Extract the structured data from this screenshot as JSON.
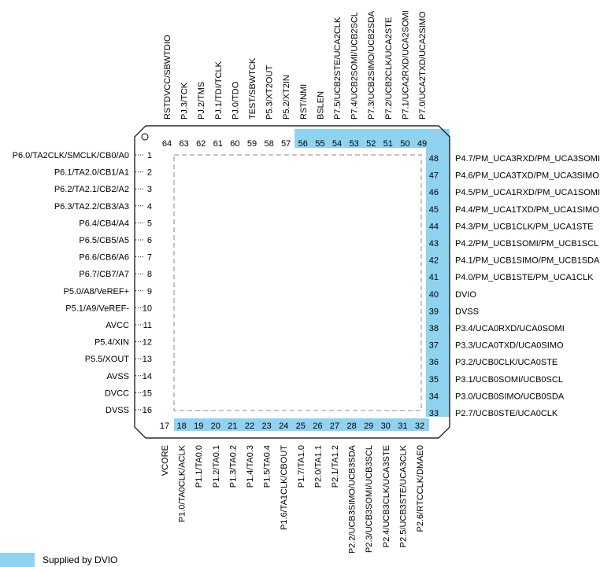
{
  "colors": {
    "dvio_fill": "#8fd3f0",
    "outline": "#000000",
    "dash": "#888888"
  },
  "legend": {
    "text": "Supplied by DVIO"
  },
  "pins": {
    "left": [
      {
        "num": "1",
        "label": "P6.0/TA2CLK/SMCLK/CB0/A0",
        "dvio": false
      },
      {
        "num": "2",
        "label": "P6.1/TA2.0/CB1/A1",
        "dvio": false
      },
      {
        "num": "3",
        "label": "P6.2/TA2.1/CB2/A2",
        "dvio": false
      },
      {
        "num": "4",
        "label": "P6.3/TA2.2/CB3/A3",
        "dvio": false
      },
      {
        "num": "5",
        "label": "P6.4/CB4/A4",
        "dvio": false
      },
      {
        "num": "6",
        "label": "P6.5/CB5/A5",
        "dvio": false
      },
      {
        "num": "7",
        "label": "P6.6/CB6/A6",
        "dvio": false
      },
      {
        "num": "8",
        "label": "P6.7/CB7/A7",
        "dvio": false
      },
      {
        "num": "9",
        "label": "P5.0/A8/VeREF+",
        "dvio": false
      },
      {
        "num": "10",
        "label": "P5.1/A9/VeREF-",
        "dvio": false
      },
      {
        "num": "11",
        "label": "AVCC",
        "dvio": false
      },
      {
        "num": "12",
        "label": "P5.4/XIN",
        "dvio": false
      },
      {
        "num": "13",
        "label": "P5.5/XOUT",
        "dvio": false
      },
      {
        "num": "14",
        "label": "AVSS",
        "dvio": false
      },
      {
        "num": "15",
        "label": "DVCC",
        "dvio": false
      },
      {
        "num": "16",
        "label": "DVSS",
        "dvio": false
      }
    ],
    "bottom": [
      {
        "num": "17",
        "label": "VCORE",
        "dvio": false
      },
      {
        "num": "18",
        "label": "P1.0/TA0CLK/ACLK",
        "dvio": true
      },
      {
        "num": "19",
        "label": "P1.1/TA0.0",
        "dvio": true
      },
      {
        "num": "20",
        "label": "P1.2/TA0.1",
        "dvio": true
      },
      {
        "num": "21",
        "label": "P1.3/TA0.2",
        "dvio": true
      },
      {
        "num": "22",
        "label": "P1.4/TA0.3",
        "dvio": true
      },
      {
        "num": "23",
        "label": "P1.5/TA0.4",
        "dvio": true
      },
      {
        "num": "24",
        "label": "P1.6/TA1CLK/CBOUT",
        "dvio": true
      },
      {
        "num": "25",
        "label": "P1.7/TA1.0",
        "dvio": true
      },
      {
        "num": "26",
        "label": "P2.0/TA1.1",
        "dvio": true
      },
      {
        "num": "27",
        "label": "P2.1/TA1.2",
        "dvio": true
      },
      {
        "num": "28",
        "label": "P2.2/UCB3SIMO/UCB3SDA",
        "dvio": true
      },
      {
        "num": "29",
        "label": "P2.3/UCB3SOMI/UCB3SCL",
        "dvio": true
      },
      {
        "num": "30",
        "label": "P2.4/UCB3CLK/UCA3STE",
        "dvio": true
      },
      {
        "num": "31",
        "label": "P2.5/UCB3STE/UCA3CLK",
        "dvio": true
      },
      {
        "num": "32",
        "label": "P2.6/RTCCLK/DMAE0",
        "dvio": true
      }
    ],
    "right": [
      {
        "num": "33",
        "label": "P2.7/UCB0STE/UCA0CLK",
        "dvio": true
      },
      {
        "num": "34",
        "label": "P3.0/UCB0SIMO/UCB0SDA",
        "dvio": true
      },
      {
        "num": "35",
        "label": "P3.1/UCB0SOMI/UCB0SCL",
        "dvio": true
      },
      {
        "num": "36",
        "label": "P3.2/UCB0CLK/UCA0STE",
        "dvio": true
      },
      {
        "num": "37",
        "label": "P3.3/UCA0TXD/UCA0SIMO",
        "dvio": true
      },
      {
        "num": "38",
        "label": "P3.4/UCA0RXD/UCA0SOMI",
        "dvio": true
      },
      {
        "num": "39",
        "label": "DVSS",
        "dvio": true
      },
      {
        "num": "40",
        "label": "DVIO",
        "dvio": true
      },
      {
        "num": "41",
        "label": "P4.0/PM_UCB1STE/PM_UCA1CLK",
        "dvio": true
      },
      {
        "num": "42",
        "label": "P4.1/PM_UCB1SIMO/PM_UCB1SDA",
        "dvio": true
      },
      {
        "num": "43",
        "label": "P4.2/PM_UCB1SOMI/PM_UCB1SCL",
        "dvio": true
      },
      {
        "num": "44",
        "label": "P4.3/PM_UCB1CLK/PM_UCA1STE",
        "dvio": true
      },
      {
        "num": "45",
        "label": "P4.4/PM_UCA1TXD/PM_UCA1SIMO",
        "dvio": true
      },
      {
        "num": "46",
        "label": "P4.5/PM_UCA1RXD/PM_UCA1SOMI",
        "dvio": true
      },
      {
        "num": "47",
        "label": "P4.6/PM_UCA3TXD/PM_UCA3SIMO",
        "dvio": true
      },
      {
        "num": "48",
        "label": "P4.7/PM_UCA3RXD/PM_UCA3SOMI",
        "dvio": true
      }
    ],
    "top": [
      {
        "num": "49",
        "label": "P7.0/UCA2TXD/UCA2SIMO",
        "dvio": true
      },
      {
        "num": "50",
        "label": "P7.1/UCA2RXD/UCA2SOMI",
        "dvio": true
      },
      {
        "num": "51",
        "label": "P7.2/UCB2CLK/UCA2STE",
        "dvio": true
      },
      {
        "num": "52",
        "label": "P7.3/UCB2SIMO/UCB2SDA",
        "dvio": true
      },
      {
        "num": "53",
        "label": "P7.4/UCB2SOMI/UCB2SCL",
        "dvio": true
      },
      {
        "num": "54",
        "label": "P7.5/UCB2STE/UCA2CLK",
        "dvio": true
      },
      {
        "num": "55",
        "label": "BSLEN",
        "dvio": true
      },
      {
        "num": "56",
        "label": "RST/NMI",
        "dvio": true
      },
      {
        "num": "57",
        "label": "P5.2/XT2IN",
        "dvio": false
      },
      {
        "num": "58",
        "label": "P5.3/XT2OUT",
        "dvio": false
      },
      {
        "num": "59",
        "label": "TEST/SBWTCK",
        "dvio": false
      },
      {
        "num": "60",
        "label": "PJ.0/TDO",
        "dvio": false
      },
      {
        "num": "61",
        "label": "PJ.1/TDI/TCLK",
        "dvio": false
      },
      {
        "num": "62",
        "label": "PJ.2/TMS",
        "dvio": false
      },
      {
        "num": "63",
        "label": "PJ.3/TCK",
        "dvio": false
      },
      {
        "num": "64",
        "label": "RSTDVCC/SBWTDIO",
        "dvio": false
      }
    ]
  }
}
